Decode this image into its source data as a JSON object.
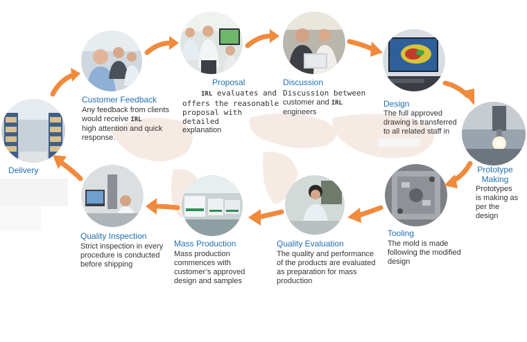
{
  "steps": {
    "customer_feedback": {
      "title": "Customer Feedback",
      "line1": "Any feedback from clients",
      "line2a": "would receive ",
      "brand": "IRL",
      "line3": "high attention and quick",
      "line4": "response."
    },
    "proposal": {
      "title": "Proposal",
      "brand": "IRL",
      "line1b": " evaluates and",
      "line2": "offers the reasonable",
      "line3": "proposal with detailed",
      "line4": "explanation"
    },
    "discussion": {
      "title": "Discussion",
      "line1": "Discussion between",
      "line2a": "customer and ",
      "brand": "IRL",
      "line3": "engineers"
    },
    "design": {
      "title": "Design",
      "line1": "The full approved",
      "line2": "drawing is transferred",
      "line3": "to all related staff in"
    },
    "prototype_making": {
      "title_line1": "Prototype",
      "title_line2": "Making",
      "line1": "Prototypes",
      "line2": "is making as",
      "line3": "per the",
      "line4": "design"
    },
    "tooling": {
      "title": "Tooling",
      "line1": "The mold is made",
      "line2": "following the modified",
      "line3": "design"
    },
    "quality_evaluation": {
      "title": "Quality Evaluation",
      "line1": "The quality and performance",
      "line2": "of the products are evaluated",
      "line3": "as preparation for mass",
      "line4": "production"
    },
    "mass_production": {
      "title": "Mass Production",
      "line1": "Mass production",
      "line2": "commences with",
      "line3": "customer’s approved",
      "line4": "design and samples"
    },
    "quality_inspection": {
      "title": "Quality Inspection",
      "line1": "Strict inspection in every",
      "line2": "procedure is conducted",
      "line3": "before shipping"
    },
    "delivery": {
      "title": "Delivery"
    }
  },
  "colors": {
    "title_blue": "#1f6fb2",
    "arrow_orange": "#f08a3c",
    "body_text": "#333333"
  }
}
